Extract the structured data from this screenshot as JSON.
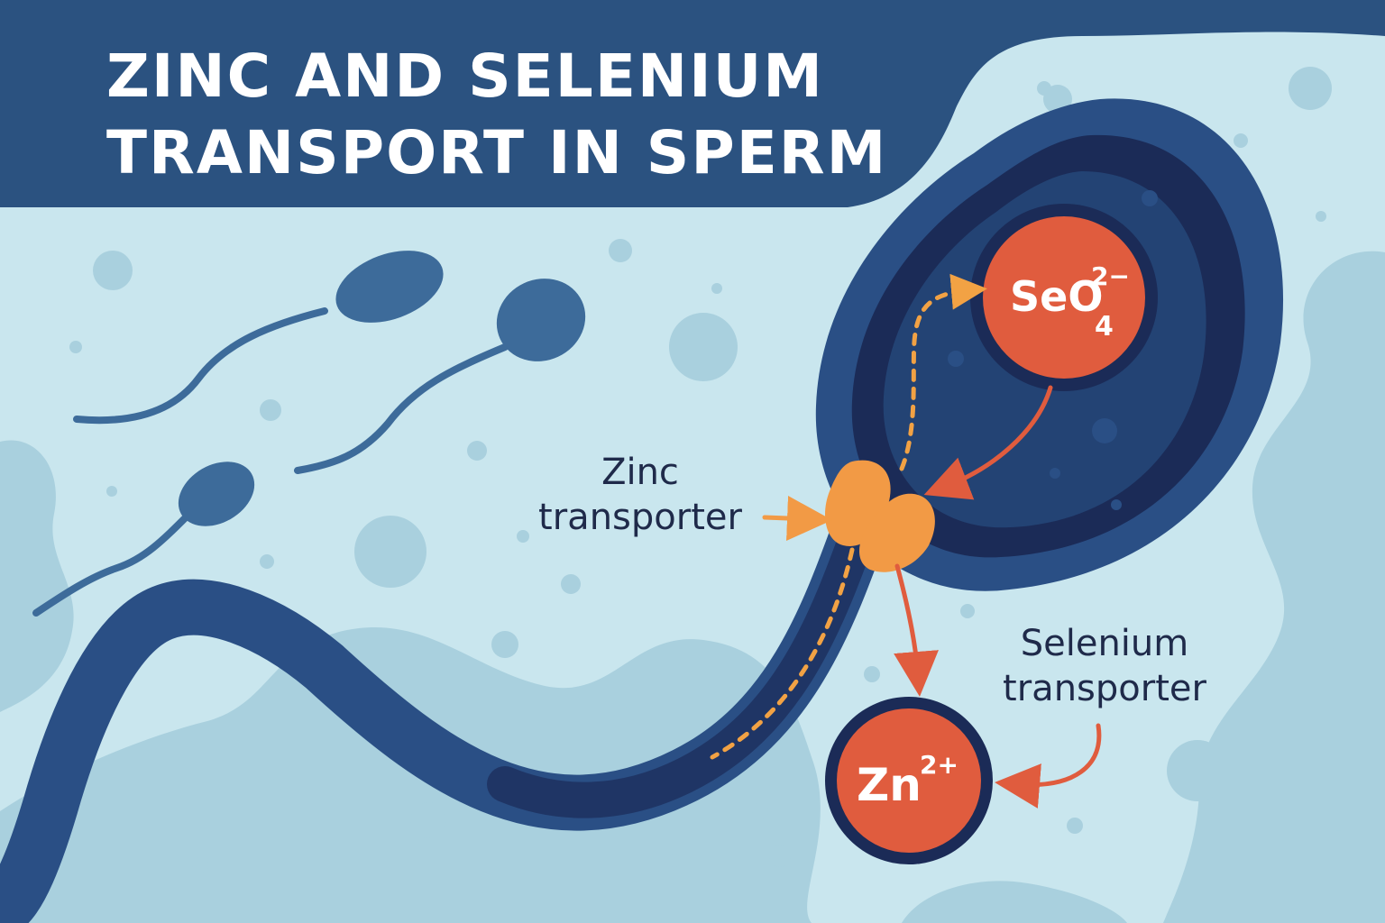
{
  "title": {
    "line1": "ZINC AND SELENIUM",
    "line2": "TRANSPORT IN SPERM"
  },
  "labels": {
    "zinc_transporter_line1": "Zinc",
    "zinc_transporter_line2": "transporter",
    "selenium_transporter_line1": "Selenium",
    "selenium_transporter_line2": "transporter"
  },
  "ions": {
    "selenate": {
      "base": "SeO",
      "subscript": "4",
      "superscript": "2−"
    },
    "zinc": {
      "base": "Zn",
      "superscript": "2+"
    }
  },
  "colors": {
    "background": "#c9e6ee",
    "blob": "#a9d0de",
    "title_banner": "#2b5280",
    "sperm_dark": "#1b2b57",
    "sperm_mid": "#2a4f85",
    "small_sperm": "#3d6b9a",
    "transporter": "#f29a45",
    "ion_fill": "#e05c3e",
    "arrow": "#e05c3e",
    "dashed_path": "#f2a244",
    "label_text": "#1f2a4a",
    "title_text": "#ffffff"
  },
  "icons": {
    "transporter": "transporter-channel-icon",
    "sperm": "sperm-cell-icon"
  }
}
